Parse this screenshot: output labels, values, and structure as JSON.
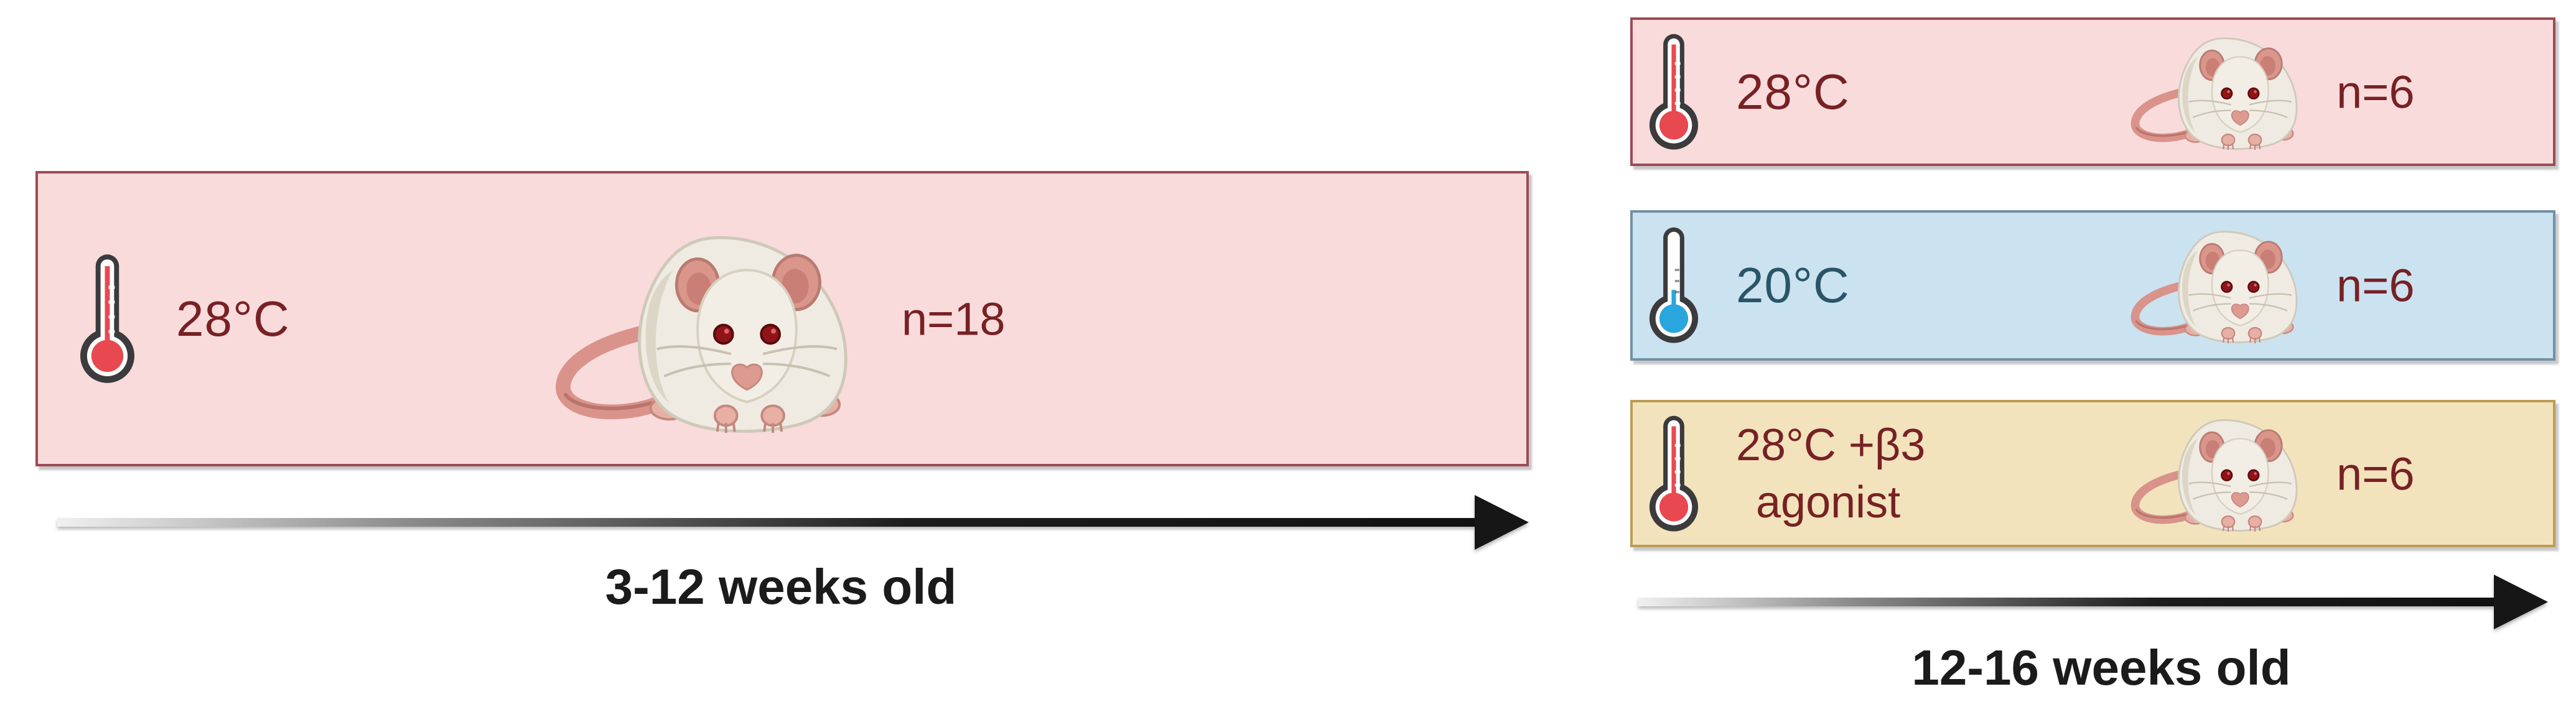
{
  "figure_title": "mouse-housing-temperature-study-design",
  "colors": {
    "warm_fill": "#F9DBDC",
    "warm_border": "#9D4B54",
    "cold_fill": "#CBE2F0",
    "cold_border": "#7191A4",
    "agonist_fill": "#F2E3BD",
    "agonist_border": "#BC9C55",
    "maroon_text": "#772124",
    "cold_text": "#2A5568",
    "timeline_text": "#1B1B1B",
    "thermometer_outline": "#3B3B3D",
    "thermometer_red": "#E84850",
    "thermometer_blue": "#2AA6DE"
  },
  "phase1": {
    "box": {
      "temp": "28°C",
      "n": "n=18"
    },
    "timeline": "3-12 weeks old"
  },
  "phase2": {
    "boxes": [
      {
        "temp": "28°C",
        "n": "n=6"
      },
      {
        "temp": "20°C",
        "n": "n=6"
      },
      {
        "temp_line1": "28°C +β3",
        "temp_line2": "agonist",
        "n": "n=6"
      }
    ],
    "timeline": "12-16 weeks old"
  },
  "icons": {
    "warm_thermometer": "thermometer-warm",
    "cold_thermometer": "thermometer-cold",
    "animal": "laboratory-mouse"
  }
}
